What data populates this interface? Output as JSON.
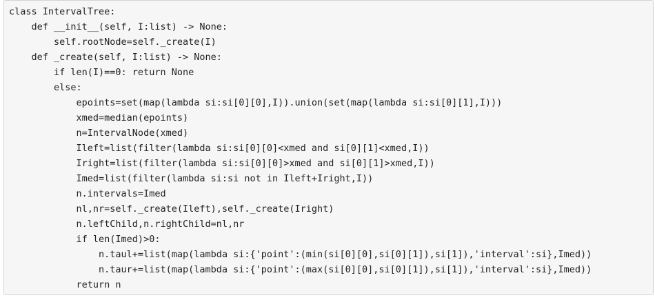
{
  "code_block": {
    "lines": [
      "class IntervalTree:",
      "    def __init__(self, I:list) -> None:",
      "        self.rootNode=self._create(I)",
      "    def _create(self, I:list) -> None:",
      "        if len(I)==0: return None",
      "        else:",
      "            epoints=set(map(lambda si:si[0][0],I)).union(set(map(lambda si:si[0][1],I)))",
      "            xmed=median(epoints)",
      "            n=IntervalNode(xmed)",
      "            Ileft=list(filter(lambda si:si[0][0]<xmed and si[0][1]<xmed,I))",
      "            Iright=list(filter(lambda si:si[0][0]>xmed and si[0][1]>xmed,I))",
      "            Imed=list(filter(lambda si:si not in Ileft+Iright,I))",
      "            n.intervals=Imed",
      "            nl,nr=self._create(Ileft),self._create(Iright)",
      "            n.leftChild,n.rightChild=nl,nr",
      "            if len(Imed)>0:",
      "                n.taul+=list(map(lambda si:{'point':(min(si[0][0],si[0][1]),si[1]),'interval':si},Imed))",
      "                n.taur+=list(map(lambda si:{'point':(max(si[0][0],si[0][1]),si[1]),'interval':si},Imed))",
      "            return n"
    ]
  }
}
